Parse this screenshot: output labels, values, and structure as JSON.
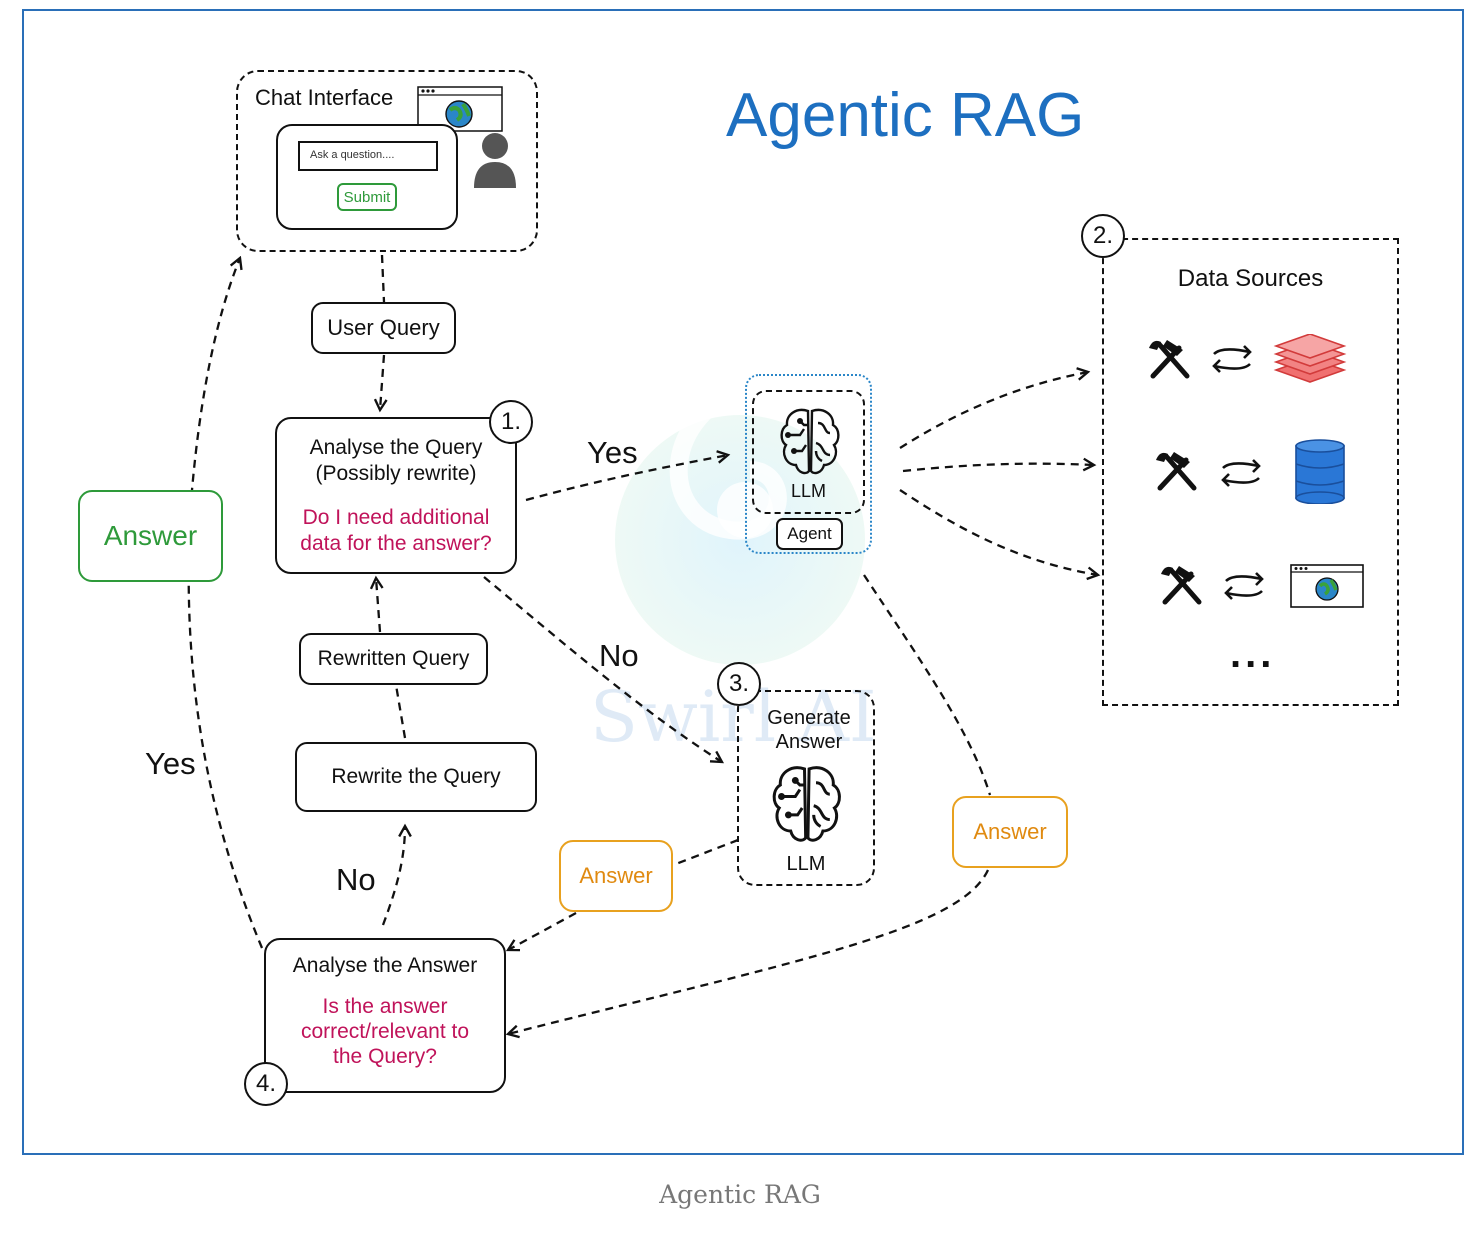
{
  "title": "Agentic RAG",
  "caption": "Agentic RAG",
  "watermark": "Swirl AI",
  "chat": {
    "label": "Chat Interface",
    "placeholder": "Ask a question....",
    "submit": "Submit"
  },
  "user_query": "User Query",
  "analyse_query": {
    "line1": "Analyse the Query",
    "line2": "(Possibly rewrite)",
    "question1": "Do I need additional",
    "question2": "data for the answer?"
  },
  "rewritten_query": "Rewritten Query",
  "rewrite_query": "Rewrite the Query",
  "analyse_answer": {
    "line1": "Analyse the Answer",
    "question1": "Is the answer",
    "question2": "correct/relevant to",
    "question3": "the Query?"
  },
  "agent": {
    "llm": "LLM",
    "label": "Agent"
  },
  "generate": {
    "line1": "Generate",
    "line2": "Answer",
    "llm": "LLM"
  },
  "data_sources": {
    "label": "Data Sources",
    "more": "..."
  },
  "edges": {
    "yes_top": "Yes",
    "no_mid": "No",
    "no_left": "No",
    "yes_left": "Yes"
  },
  "answers": {
    "green": "Answer",
    "orange_left": "Answer",
    "orange_right": "Answer"
  },
  "steps": [
    "1.",
    "2.",
    "3.",
    "4."
  ],
  "colors": {
    "frame": "#2a6fb8",
    "title": "#1d6fc0",
    "question": "#c0135a",
    "answer_green": "#2e9a3a",
    "answer_orange": "#e8a11f",
    "agent_dots": "#2a86c8"
  },
  "icons": [
    "globe-icon",
    "user-icon",
    "brain-icon",
    "tools-icon",
    "sync-arrows-icon",
    "vector-layers-icon",
    "database-icon",
    "browser-window-icon"
  ]
}
